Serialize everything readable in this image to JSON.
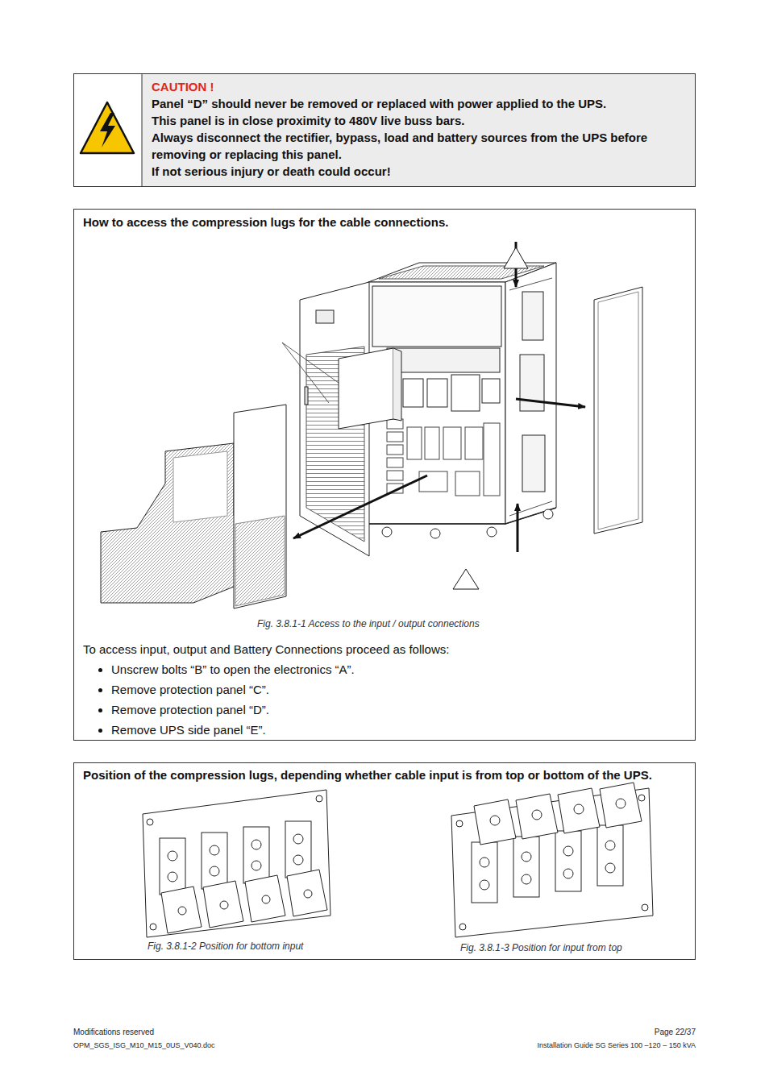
{
  "diagram": {
    "nodes": [
      {
        "text": [
          "CAUTION !",
          "Panel “D” should never be removed or replaced with power applied to the UPS.",
          "This panel is in close proximity to 480V live buss bars.",
          "Always disconnect the rectifier, bypass, load and battery sources from the UPS before removing or replacing this panel.",
          "If not serious injury or death could occur!"
        ]
      },
      {
        "text": [
          "How to access the compression lugs for the cable connections.",
          "To access input, output and Battery Connections proceed as follows:",
          "Unscrew bolts “B” to open the electronics “A”.",
          "Remove protection panel “C”.",
          "Remove protection panel “D”.",
          "Remove UPS side panel “E”."
        ]
      },
      {
        "text": [
          "Position of the compression lugs, depending whether cable input is from top or bottom of the UPS."
        ]
      }
    ],
    "labels": [
      "Fig. 3.8.1-1   Access to the input / output connections",
      "Fig. 3.8.1-2   Position for bottom input",
      "Fig. 3.8.1-3   Position for input from top",
      "Modifications reserved",
      "Page 22/37",
      "OPM_SGS_ISG_M10_M15_0US_V040.doc",
      "Installation Guide SG Series 100 –120 – 150 kVA"
    ]
  }
}
